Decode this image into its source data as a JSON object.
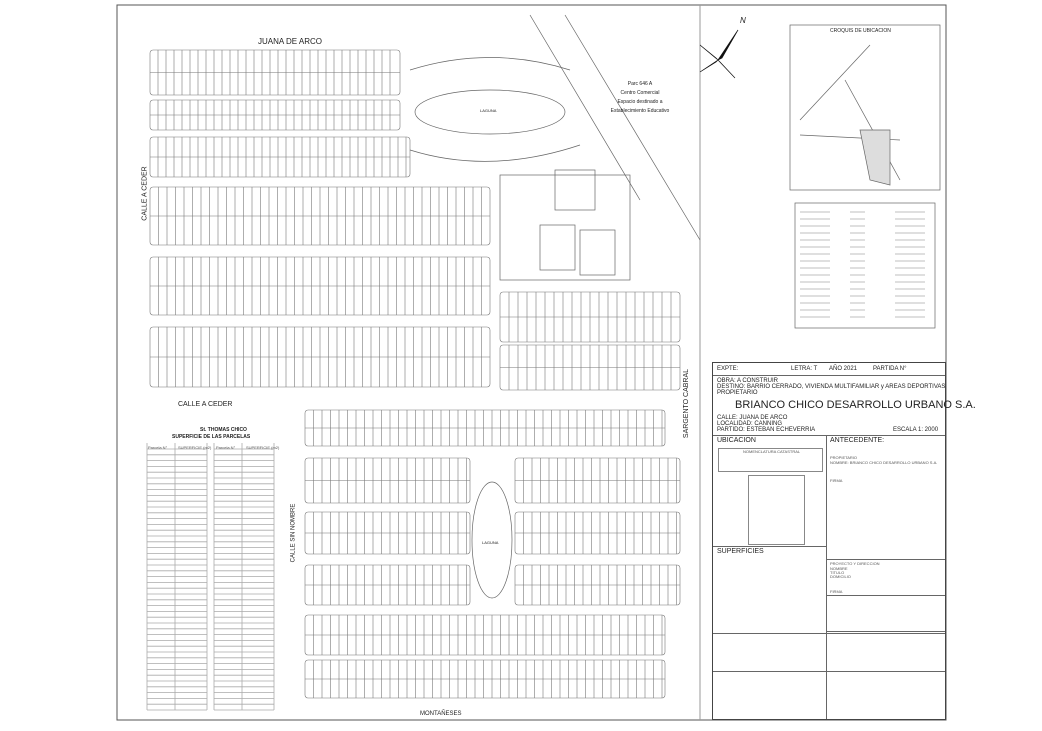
{
  "streets": {
    "top": "JUANA DE ARCO",
    "left_vertical": "CALLE A CEDER",
    "left_horizontal": "CALLE A CEDER",
    "middle_vertical": "CALLE SIN NOMBRE",
    "right_vertical": "SARGENTO CABRAL",
    "bottom": "MONTAÑESES"
  },
  "parcel_note": {
    "line1": "Parc 646 A",
    "line2": "Centro Comercial",
    "line3": "Espacio destinado a",
    "line4": "Establecimiento Educativo"
  },
  "laguna_label": "LAGUNA",
  "north_label": "N",
  "croquis": {
    "title": "CROQUIS DE UBICACION"
  },
  "parcel_table": {
    "title": "St. THOMAS CHICO",
    "subtitle": "SUPERFICIE DE LAS PARCELAS",
    "headers": [
      "Parcela N°",
      "SUPERFICIE (m2)"
    ]
  },
  "title_block": {
    "expte": "EXPTE:",
    "letra": "LETRA: T",
    "anio": "AÑO 2021",
    "partida": "PARTIDA N°",
    "obra": "OBRA:  A CONSTRUIR",
    "destino": "DESTINO:  BARRIO CERRADO, VIVIENDA MULTIFAMILIAR y AREAS DEPORTIVAS",
    "propietario_label": "PROPIETARIO",
    "owner": "BRIANCO CHICO DESARROLLO URBANO S.A.",
    "calle": "CALLE:  JUANA DE ARCO",
    "localidad": "LOCALIDAD: CANNING",
    "partido": "PARTIDO:  ESTEBAN ECHEVERRIA",
    "escala": "ESCALA 1: 2000",
    "ubicacion": "UBICACION",
    "nomenclatura": "NOMENCLATURA CATASTRAL",
    "antecedente": "ANTECEDENTE:",
    "propietario_detail": "PROPIETARIO",
    "nombre": "NOMBRE:  BRIANCO CHICO DESARROLLO URBANO S.A.",
    "firma": "FIRMA",
    "superficies": "SUPERFICIES",
    "proyecto": "PROYECTO Y DIRECCION",
    "nombre2": "NOMBRE",
    "titulo": "TITULO",
    "domicilio": "DOMICILIO",
    "firma2": "FIRMA"
  }
}
